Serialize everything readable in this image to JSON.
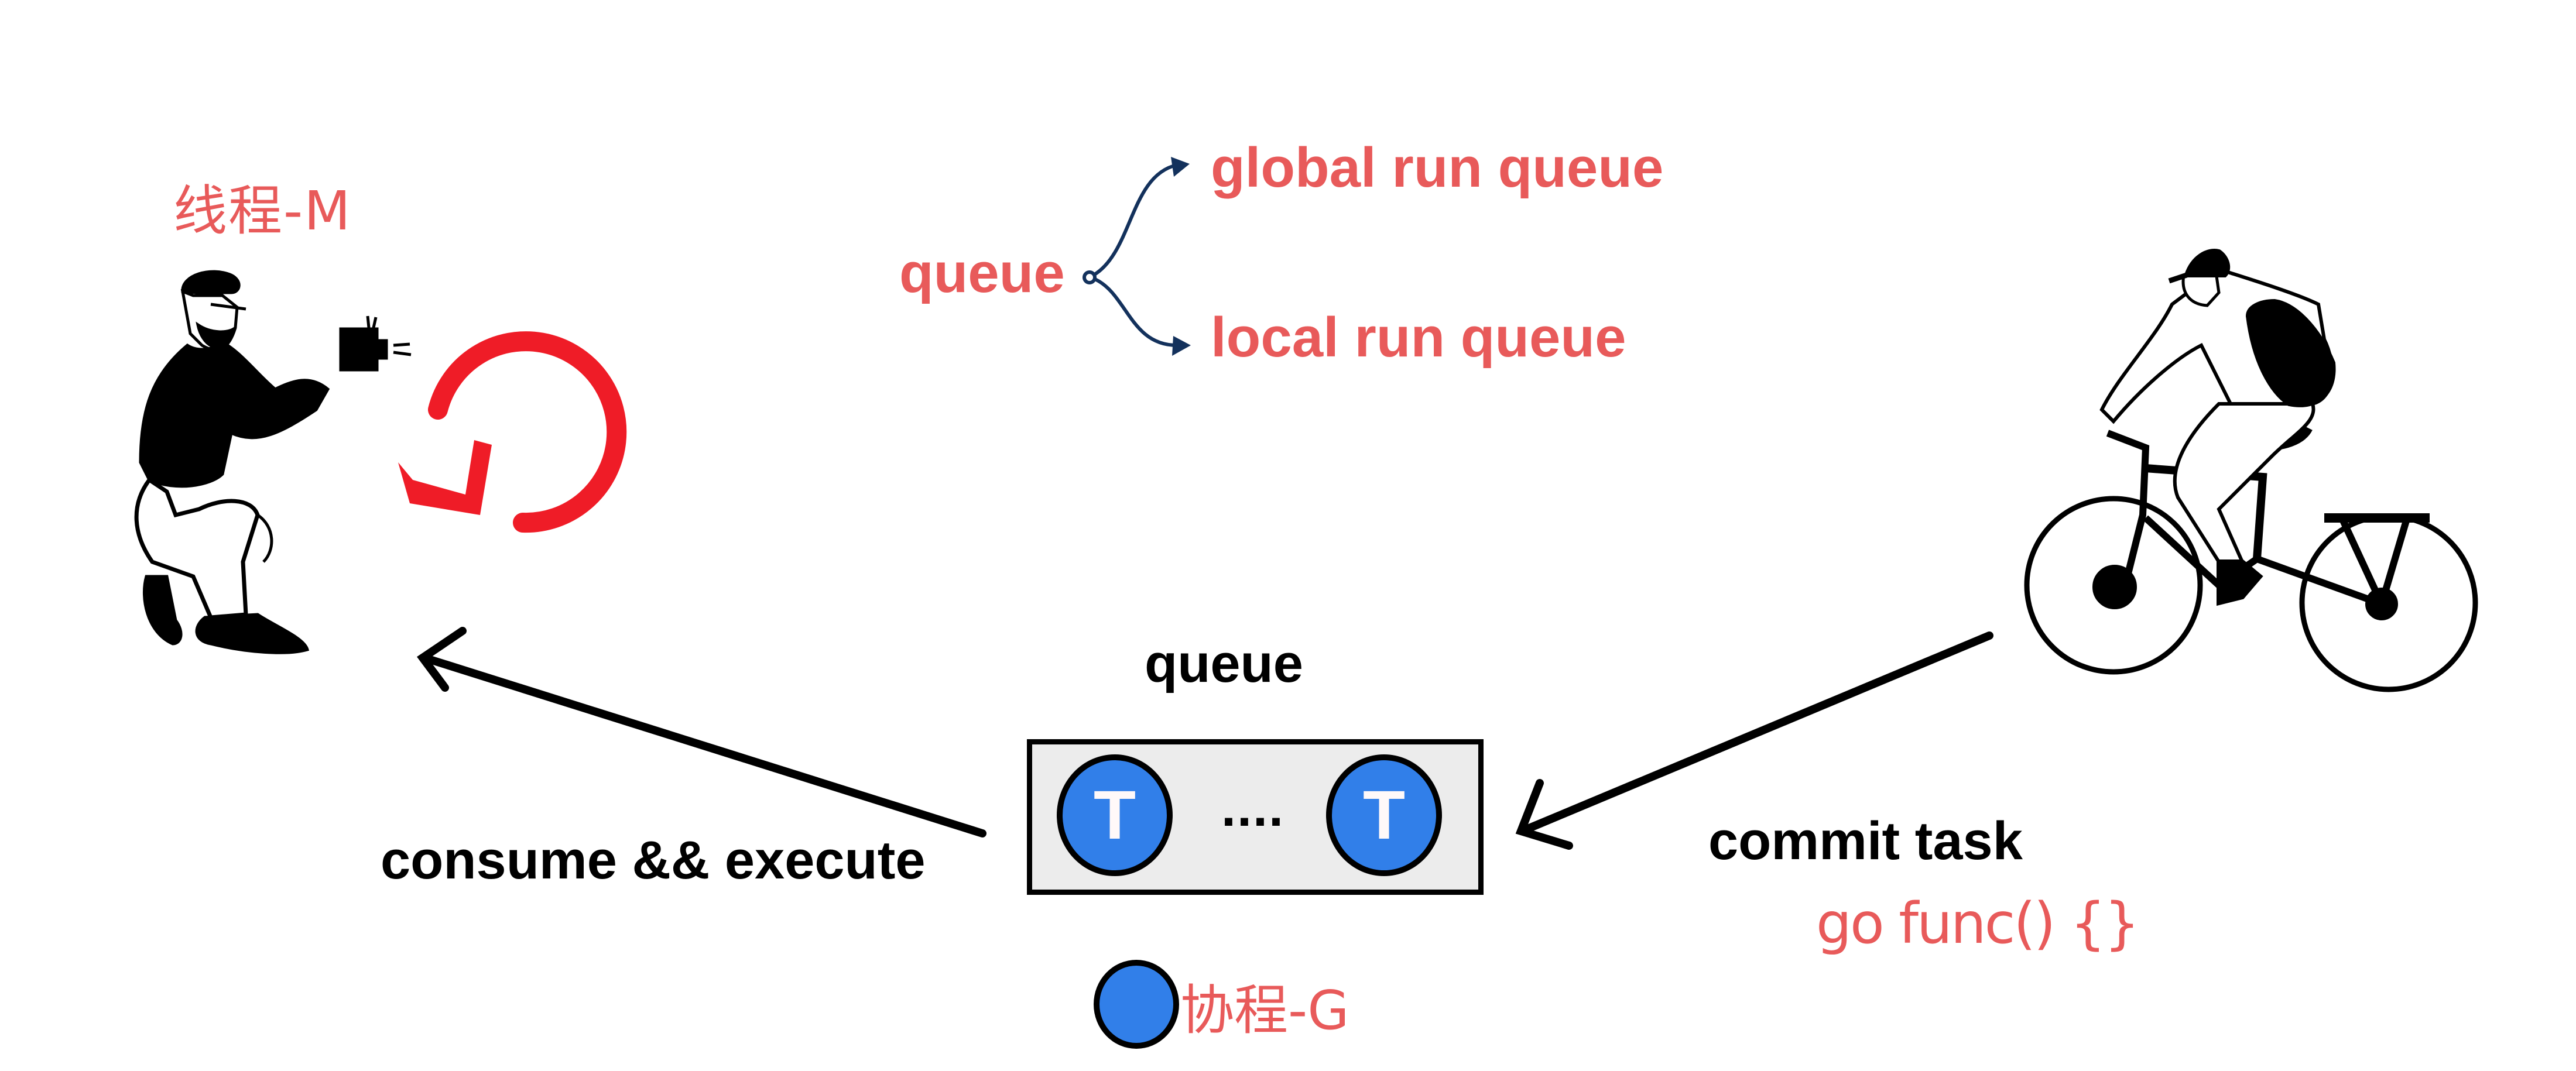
{
  "diagram": {
    "thread_label": "线程-M",
    "queue_branch": {
      "root_label": "queue",
      "children": [
        "global run queue",
        "local run queue"
      ]
    },
    "queue_box": {
      "title": "queue",
      "tokens": [
        "T",
        "T"
      ],
      "ellipsis": "...."
    },
    "edges": {
      "consume_label": "consume && execute",
      "commit_label": "commit task"
    },
    "code_snippet": "go func() {}",
    "legend": {
      "goroutine_label": "协程-G"
    },
    "icons": {
      "photographer": "photographer-illustration",
      "refresh": "refresh-loop-icon",
      "cyclist": "cyclist-illustration"
    },
    "colors": {
      "label_red": "#e85a5a",
      "token_blue": "#317fe9",
      "refresh_red": "#ef1c27",
      "branch_navy": "#13315c",
      "queue_fill": "#ececec"
    }
  }
}
